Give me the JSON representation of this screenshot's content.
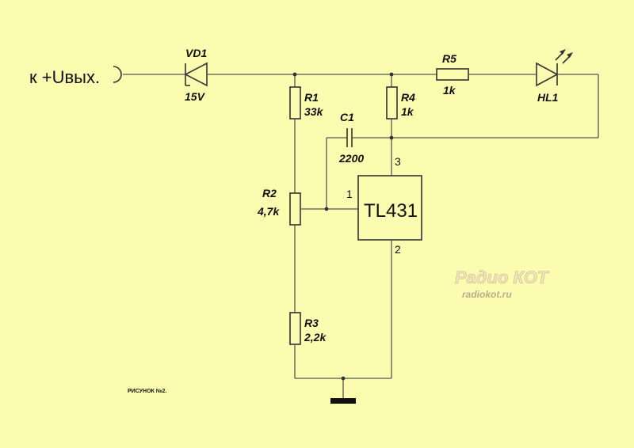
{
  "colors": {
    "background": "#fcfcb0",
    "wire": "#555555",
    "ground_bar": "#111111",
    "watermark": "#d4c8a0"
  },
  "input_label": "к +Uвых.",
  "components": {
    "vd1": {
      "ref": "VD1",
      "value": "15V"
    },
    "r1": {
      "ref": "R1",
      "value": "33k"
    },
    "r2": {
      "ref": "R2",
      "value": "4,7k"
    },
    "r3": {
      "ref": "R3",
      "value": "2,2k"
    },
    "r4": {
      "ref": "R4",
      "value": "1k"
    },
    "r5": {
      "ref": "R5",
      "value": "1k"
    },
    "c1": {
      "ref": "C1",
      "value": "2200"
    },
    "hl1": {
      "ref": "HL1"
    },
    "ic": {
      "label": "TL431",
      "pin1": "1",
      "pin2": "2",
      "pin3": "3"
    }
  },
  "caption": "РИСУНОК №2.",
  "watermark": {
    "title": "Радио КОТ",
    "url": "radiokot.ru"
  },
  "icons": {
    "diode": "zener-diode-icon",
    "led": "led-icon",
    "ground": "ground-icon"
  }
}
